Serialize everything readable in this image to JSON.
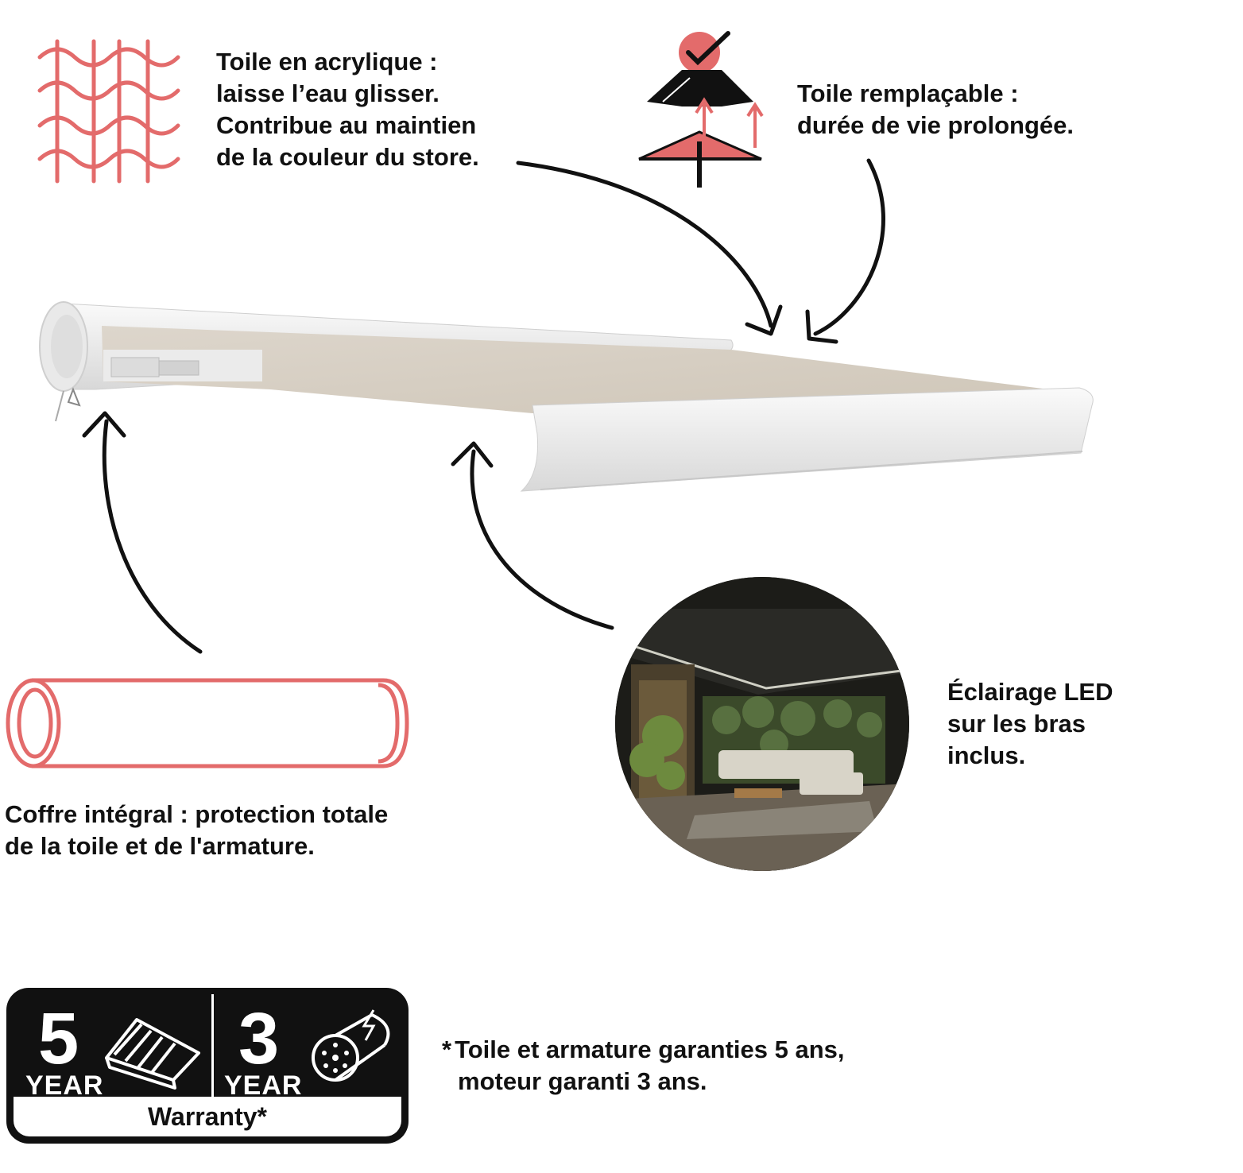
{
  "features": {
    "acrylic": {
      "icon": "fabric-weave-icon",
      "lines": [
        "Toile en acrylique :",
        "laisse l’eau glisser.",
        "Contribue au maintien",
        "de la couleur du store."
      ]
    },
    "replaceable": {
      "icon": "replaceable-canvas-icon",
      "lines": [
        "Toile remplaçable :",
        "durée de vie prolongée."
      ]
    },
    "cassette": {
      "icon": "full-cassette-icon",
      "lines": [
        "Coffre intégral : protection totale",
        "de la toile et de l'armature."
      ]
    },
    "led": {
      "icon": "led-terrace-photo",
      "lines": [
        "Éclairage LED",
        "sur les bras",
        "inclus."
      ]
    }
  },
  "warranty": {
    "left_number": "5",
    "left_unit": "YEAR",
    "left_icon": "awning-icon",
    "right_number": "3",
    "right_unit": "YEAR",
    "right_icon": "motor-icon",
    "footer": "Warranty*",
    "note_marker": "*",
    "note_lines": [
      "Toile et armature garanties 5 ans,",
      "moteur garanti 3 ans."
    ]
  },
  "colors": {
    "accent": "#e36b6b",
    "text": "#111111",
    "badge": "#111111"
  }
}
